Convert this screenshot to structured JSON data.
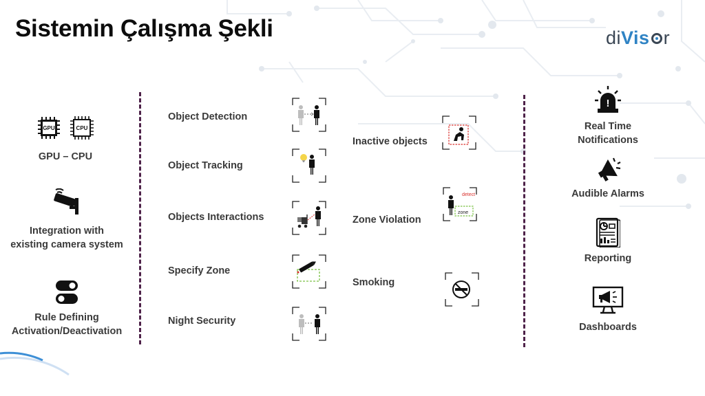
{
  "title": "Sistemin Çalışma Şekli",
  "logo": {
    "part1": "di",
    "part2": "Vis",
    "part3": "r"
  },
  "colors": {
    "divider": "#4e2249",
    "logo_blue": "#2f83c4",
    "text": "#3a3a3a",
    "accent_red": "#d9302c",
    "zone_green": "#7ac143"
  },
  "left": {
    "gpu_cpu": {
      "gpu_chip": "GPU",
      "cpu_chip": "CPU",
      "label": "GPU – CPU"
    },
    "camera": {
      "label_line1": "Integration with",
      "label_line2": "existing camera system",
      "icon": "camera-icon"
    },
    "rules": {
      "label_line1": "Rule Defining",
      "label_line2": "Activation/Deactivation",
      "icon": "toggle-icon"
    }
  },
  "features": {
    "object_detection": "Object Detection",
    "object_tracking": "Object Tracking",
    "objects_interactions": "Objects Interactions",
    "specify_zone": "Specify Zone",
    "night_security": "Night Security",
    "inactive_objects": "Inactive objects",
    "zone_violation": "Zone Violation",
    "smoking": "Smoking",
    "zone_violation_detect_tag": "detect",
    "zone_violation_zone_tag": "zone"
  },
  "right": {
    "notifications": {
      "label_line1": "Real Time",
      "label_line2": "Notifications",
      "icon": "alarm-light-icon"
    },
    "alarms": {
      "label": "Audible Alarms",
      "icon": "megaphone-icon"
    },
    "reporting": {
      "label": "Reporting",
      "icon": "report-icon"
    },
    "dashboards": {
      "label": "Dashboards",
      "icon": "dashboard-monitor-icon"
    }
  }
}
